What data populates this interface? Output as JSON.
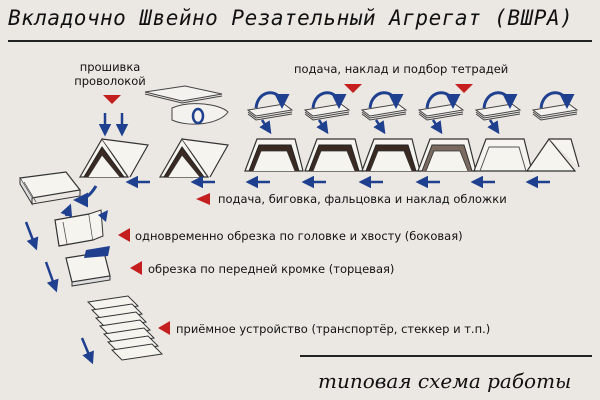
{
  "title": "Вкладочно Швейно Резательный Агрегат (ВШРА)",
  "labels": {
    "stitching": "прошивка проволокой",
    "feeding": "подача, наклад и подбор тетрадей",
    "cover": "подача, биговка, фальцовка и наклад обложки",
    "trim_sides": "одновременно обрезка по головке и хвосту (боковая)",
    "trim_front": "обрезка по передней кромке (торцевая)",
    "delivery": "приёмное устройство (транспортёр, стеккер и т.п.)"
  },
  "footer": "типовая схема работы",
  "colors": {
    "background": "#ebe8e3",
    "marker_red": "#c41e1e",
    "arrow_blue": "#1f3f8f",
    "text": "#111111"
  },
  "icons": [
    "red-triangle-marker-icon",
    "blue-arrow-icon",
    "curved-feed-arrow-icon",
    "signature-stack-icon",
    "booklet-stack-icon"
  ]
}
